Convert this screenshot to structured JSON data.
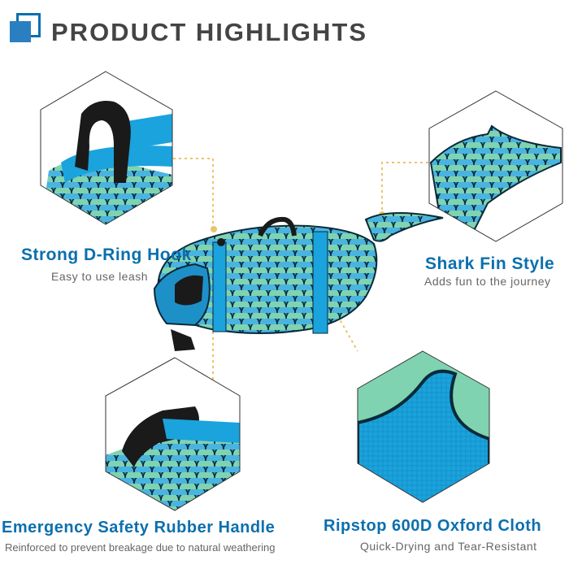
{
  "header": {
    "title": "PRODUCT HIGHLIGHTS"
  },
  "colors": {
    "title": "#444444",
    "feature_title": "#0b6fae",
    "subtitle": "#666666",
    "vest_blue": "#1e90c8",
    "scale_green": "#7fd3b0",
    "accent_dots": "#e9c46a"
  },
  "features": [
    {
      "title": "Strong D-Ring Hook",
      "subtitle": "Easy to use leash",
      "icon": "d-ring-handle-closeup"
    },
    {
      "title": "Shark Fin Style",
      "subtitle": "Adds fun to the journey",
      "icon": "fin-closeup"
    },
    {
      "title": "Emergency Safety Rubber Handle",
      "subtitle": "Reinforced to prevent breakage due to natural weathering",
      "icon": "rubber-handle-closeup"
    },
    {
      "title": "Ripstop 600D Oxford Cloth",
      "subtitle": "Quick-Drying and Tear-Resistant",
      "icon": "fabric-closeup"
    }
  ]
}
